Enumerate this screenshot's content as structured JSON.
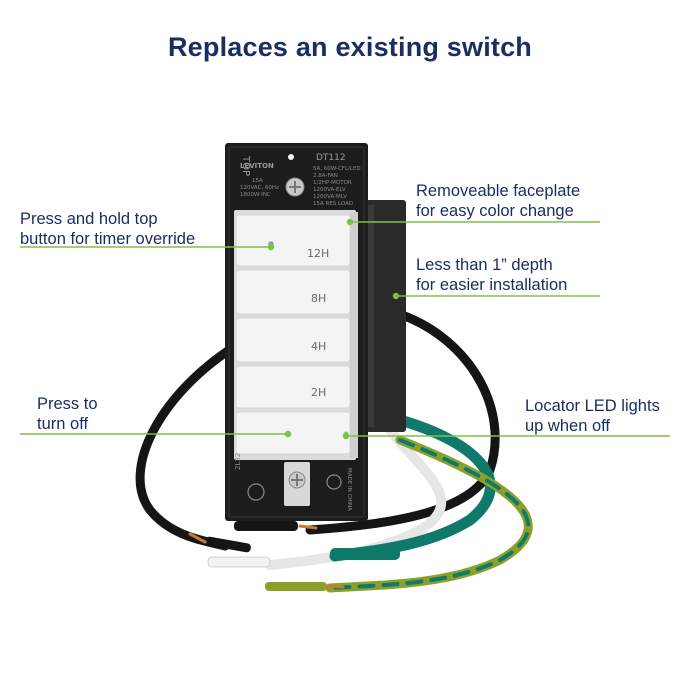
{
  "title": "Replaces an existing switch",
  "callouts": {
    "timer_override": [
      "Press and hold top",
      "button for timer override"
    ],
    "turn_off": [
      "Press to",
      "turn off"
    ],
    "faceplate": [
      "Removeable faceplate",
      "for easy color change"
    ],
    "depth": [
      "Less than 1” depth",
      "for easier installation"
    ],
    "locator_led": [
      "Locator LED lights",
      "up when off"
    ]
  },
  "device": {
    "top_label": "TOP",
    "brand": "LEVITON",
    "model": "DT112",
    "specs": [
      "5A, 60W-CFL/LED",
      "2.8A-FAN",
      "1/2HP-MOTOR",
      "1200VA-ELV",
      "1200VA-MLV",
      "15A RES LOAD"
    ],
    "left_specs": [
      "15A",
      "120VAC, 60Hz",
      "1800W-INC"
    ],
    "buttons": [
      "12H",
      "8H",
      "4H",
      "2H",
      ""
    ],
    "side_code": "2L32",
    "made_in": "MADE IN CHINA"
  },
  "colors": {
    "title": "#1a2e63",
    "line": "#7dc242",
    "plate": "#1c1c1c",
    "button": "#f3f3f3",
    "wire_green": "#0f7a6a"
  }
}
